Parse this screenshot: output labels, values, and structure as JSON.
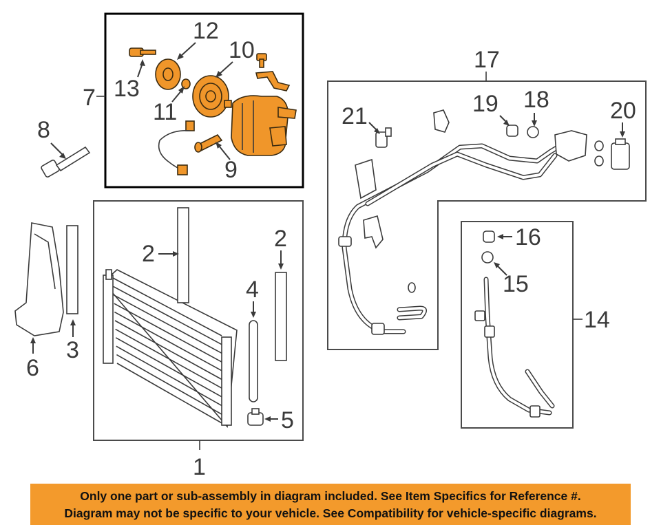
{
  "callouts": {
    "c1": "1",
    "c2a": "2",
    "c2b": "2",
    "c3": "3",
    "c4": "4",
    "c5": "5",
    "c6": "6",
    "c7": "7",
    "c8": "8",
    "c9": "9",
    "c10": "10",
    "c11": "11",
    "c12": "12",
    "c13": "13",
    "c14": "14",
    "c15": "15",
    "c16": "16",
    "c17": "17",
    "c18": "18",
    "c19": "19",
    "c20": "20",
    "c21": "21"
  },
  "disclaimer": {
    "line1": "Only one part or sub-assembly in diagram included. See Item Specifics for Reference #.",
    "line2": "Diagram may not be specific to your vehicle. See Compatibility for vehicle-specific diagrams."
  },
  "colors": {
    "highlight": "#f0962a",
    "banner": "#f39a2c",
    "outline": "#3a3a3a"
  }
}
